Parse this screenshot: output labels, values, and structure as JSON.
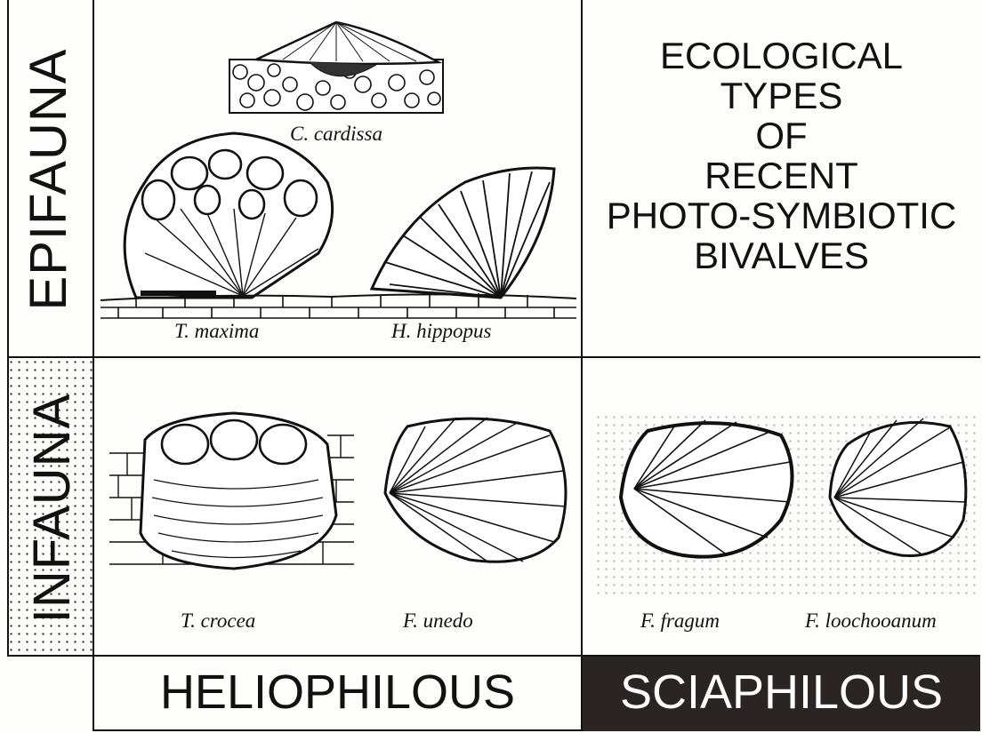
{
  "labels": {
    "epifauna": "EPIFAUNA",
    "infauna": "INFAUNA",
    "heliophilous": "HELIOPHILOUS",
    "sciaphilous": "SCIAPHILOUS"
  },
  "title": {
    "lines": [
      "ECOLOGICAL",
      "TYPES",
      "OF",
      "RECENT",
      "PHOTO-SYMBIOTIC",
      "BIVALVES"
    ]
  },
  "species": {
    "c_cardissa": "C. cardissa",
    "t_maxima": "T. maxima",
    "h_hippopus": "H. hippopus",
    "t_crocea": "T. crocea",
    "f_unedo": "F. unedo",
    "f_fragum": "F. fragum",
    "f_loochooanum": "F. loochooanum"
  },
  "colors": {
    "ink": "#111111",
    "paper": "#fdfdfb",
    "sciaphilous_bg": "#2a2523"
  }
}
